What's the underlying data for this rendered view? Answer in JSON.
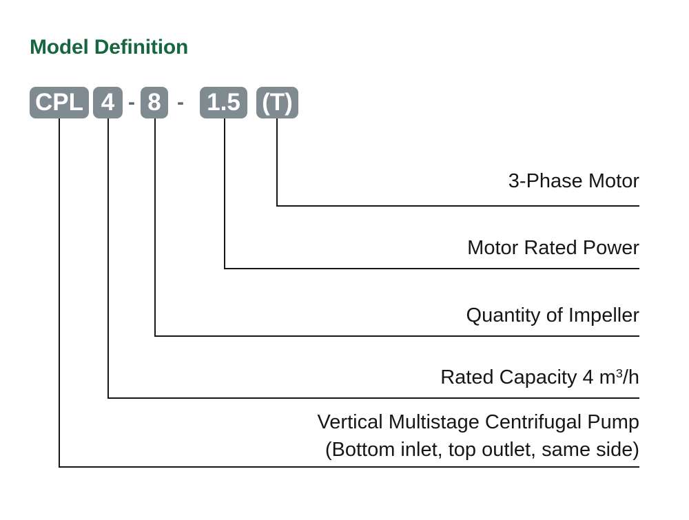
{
  "page": {
    "title": "Model Definition",
    "title_color": "#16663f",
    "background": "#ffffff",
    "line_color": "#161616",
    "badge_color": "#7f8b91",
    "badge_text_color": "#ffffff"
  },
  "model_code": {
    "full_code": "CPL 4 - 8 - 1.5 (T)",
    "segments": [
      {
        "name": "series",
        "text": "CPL",
        "type": "badge"
      },
      {
        "name": "capacity",
        "text": "4",
        "type": "badge"
      },
      {
        "name": "sep1",
        "text": "-",
        "type": "separator"
      },
      {
        "name": "stages",
        "text": "8",
        "type": "badge"
      },
      {
        "name": "sep2",
        "text": "-",
        "type": "separator"
      },
      {
        "name": "power",
        "text": "1.5",
        "type": "badge"
      },
      {
        "name": "phase",
        "text": "(T)",
        "type": "badge"
      }
    ]
  },
  "callouts": [
    {
      "name": "phase-motor",
      "text": "3-Phase Motor",
      "source_segment": "(T)"
    },
    {
      "name": "motor-rated-power",
      "text": "Motor Rated Power",
      "source_segment": "1.5"
    },
    {
      "name": "quantity-of-impeller",
      "text": "Quantity of Impeller",
      "source_segment": "8"
    },
    {
      "name": "rated-capacity",
      "text_before": "Rated Capacity",
      "value": "4 m",
      "exponent": "3",
      "text_after": "/h",
      "text": "Rated Capacity  4 m³/h",
      "source_segment": "4"
    },
    {
      "name": "pump-type",
      "line1": "Vertical Multistage Centrifugal Pump",
      "line2": "(Bottom inlet, top outlet, same side)",
      "source_segment": "CPL"
    }
  ]
}
